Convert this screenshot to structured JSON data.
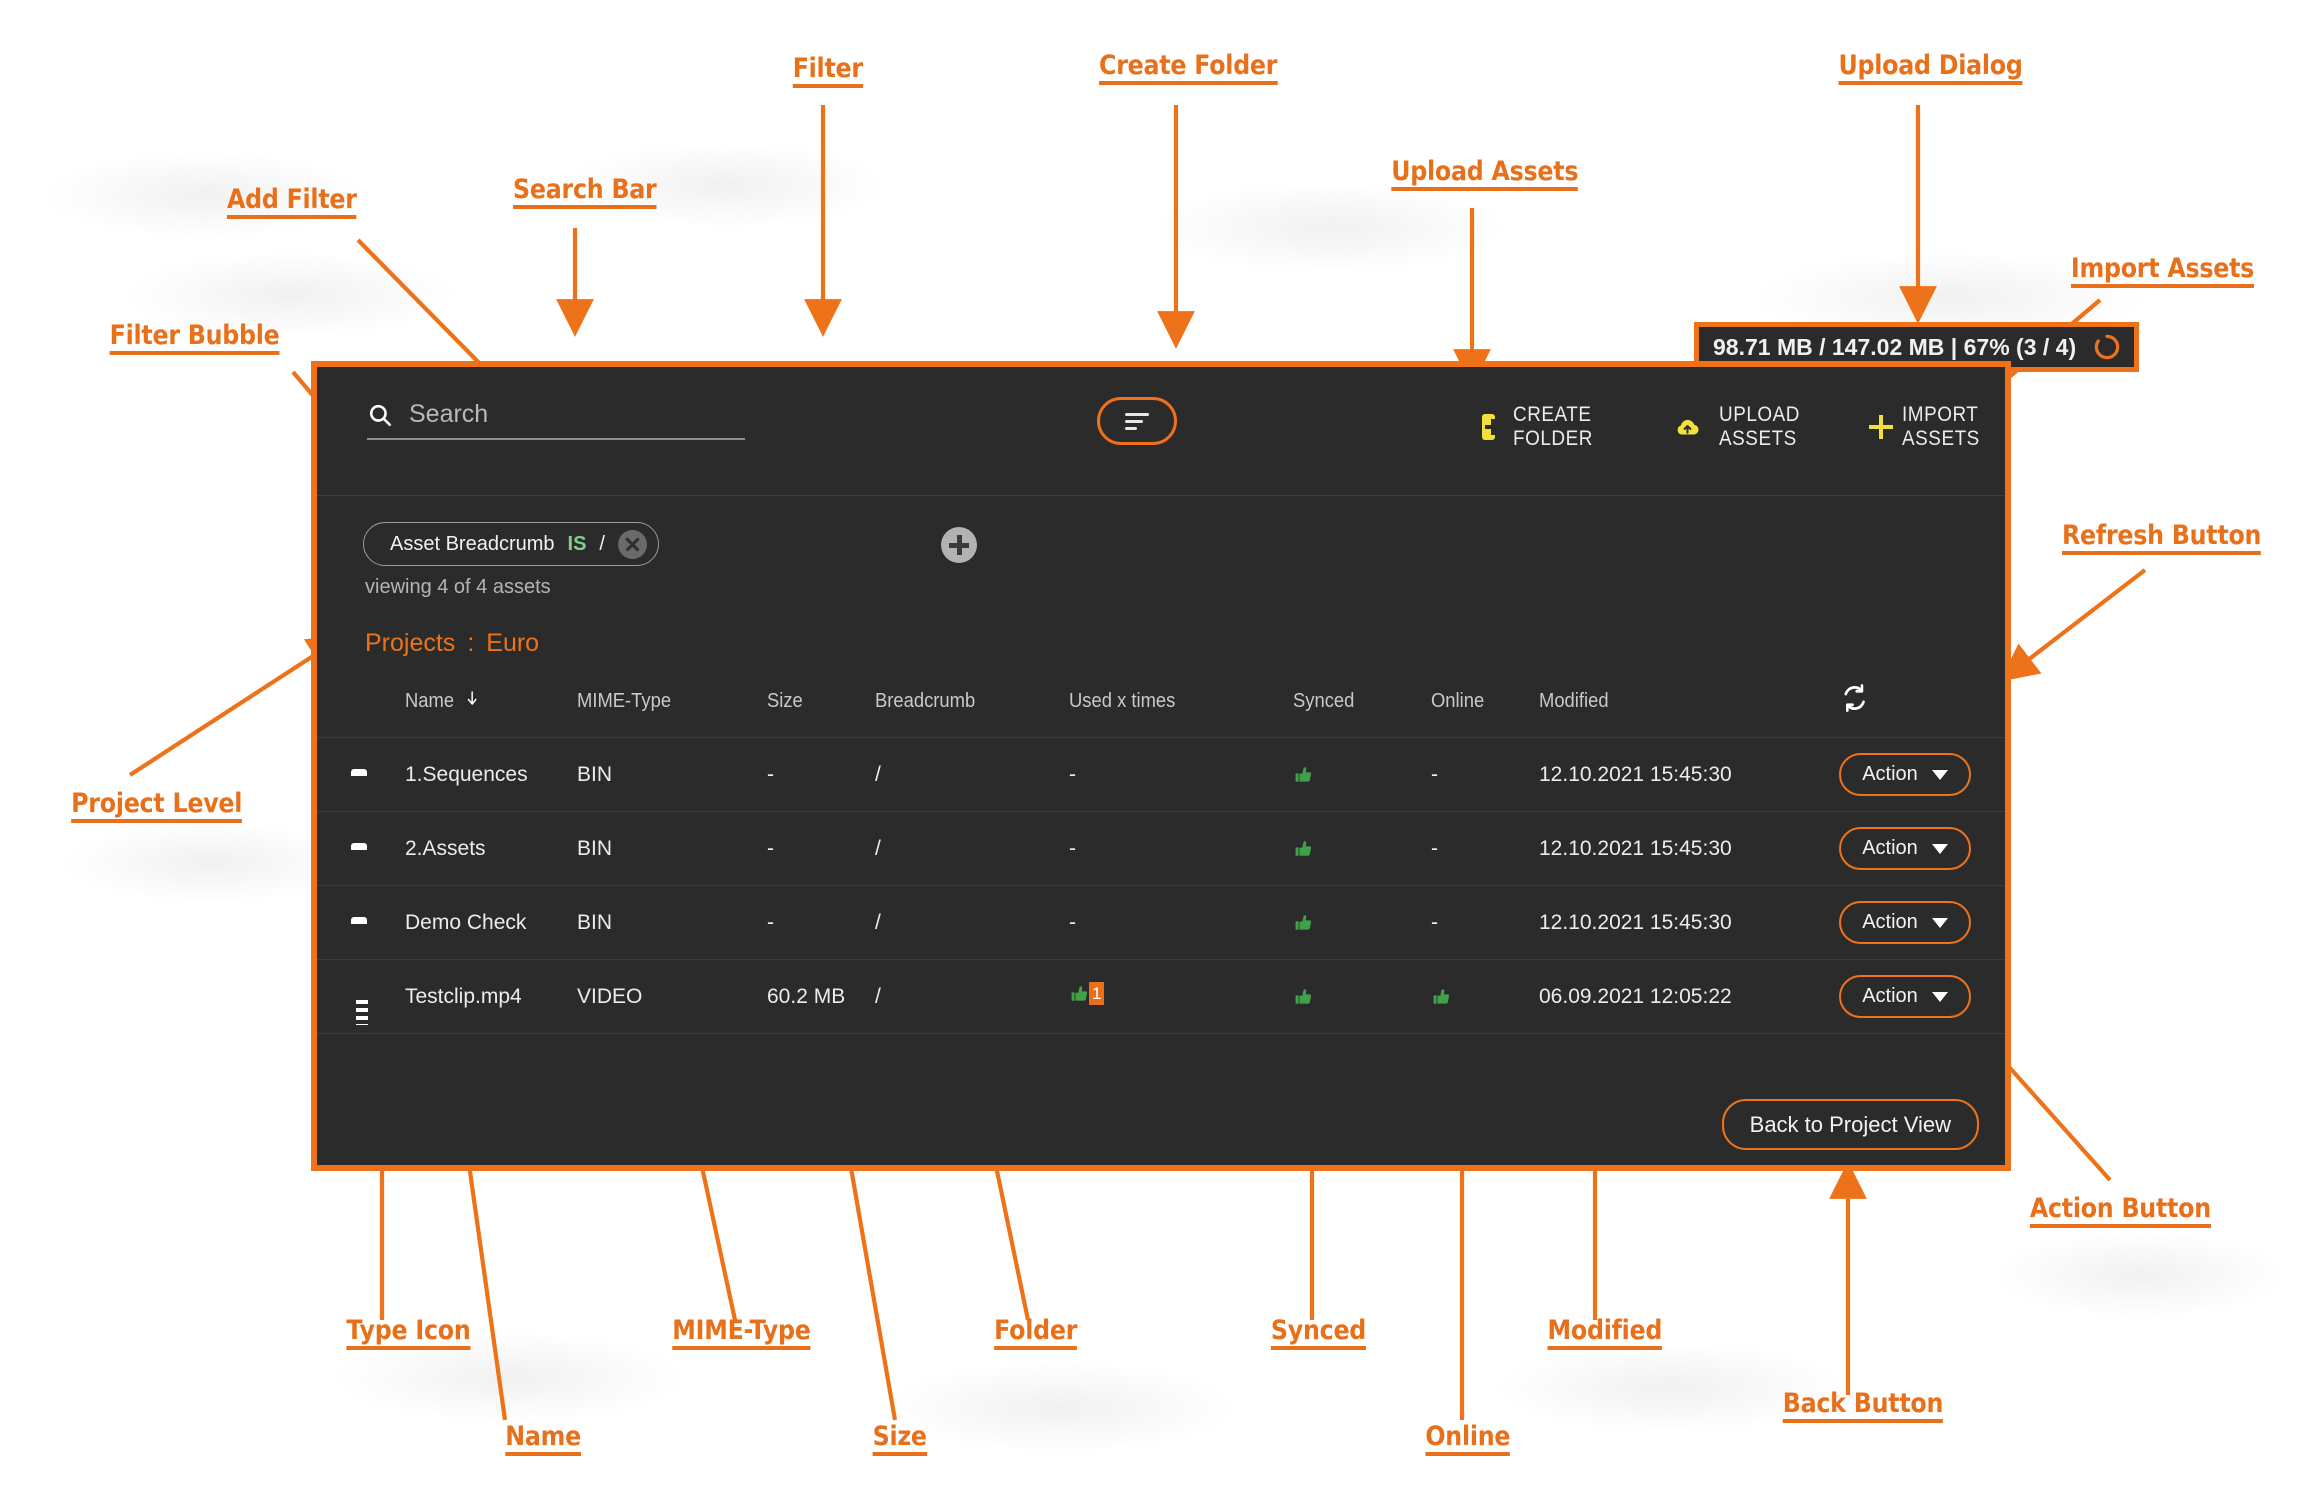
{
  "annotations": [
    {
      "id": "filter",
      "label": "Filter"
    },
    {
      "id": "create-folder",
      "label": "Create Folder"
    },
    {
      "id": "upload-dialog",
      "label": "Upload Dialog"
    },
    {
      "id": "add-filter",
      "label": "Add Filter"
    },
    {
      "id": "search-bar",
      "label": "Search Bar"
    },
    {
      "id": "upload-assets",
      "label": "Upload Assets"
    },
    {
      "id": "import-assets",
      "label": "Import Assets"
    },
    {
      "id": "filter-bubble",
      "label": "Filter Bubble"
    },
    {
      "id": "refresh-button",
      "label": "Refresh Button"
    },
    {
      "id": "project-level",
      "label": "Project Level"
    },
    {
      "id": "action-button",
      "label": "Action Button"
    },
    {
      "id": "type-icon",
      "label": "Type Icon"
    },
    {
      "id": "mime-type",
      "label": "MIME-Type"
    },
    {
      "id": "folder",
      "label": "Folder"
    },
    {
      "id": "synced",
      "label": "Synced"
    },
    {
      "id": "modified",
      "label": "Modified"
    },
    {
      "id": "name",
      "label": "Name"
    },
    {
      "id": "size",
      "label": "Size"
    },
    {
      "id": "online",
      "label": "Online"
    },
    {
      "id": "back-button",
      "label": "Back Button"
    }
  ],
  "upload_dialog": {
    "text": "98.71 MB / 147.02 MB | 67% (3 / 4)",
    "uploaded": "98.71 MB",
    "total": "147.02 MB",
    "percent": "67%",
    "files_done": 3,
    "files_total": 4,
    "spinner_color": "#EE7219"
  },
  "toolbar": {
    "search_placeholder": "Search",
    "search_value": "",
    "filter_button_label": "",
    "actions": [
      {
        "icon": "create-folder-icon",
        "label": "CREATE FOLDER"
      },
      {
        "icon": "upload-cloud-icon",
        "label": "UPLOAD ASSETS"
      },
      {
        "icon": "plus-icon",
        "label": "IMPORT ASSETS"
      }
    ]
  },
  "filter_zone": {
    "bubble": {
      "field": "Asset Breadcrumb",
      "operator": "IS",
      "value": "/",
      "operator_color": "#7FD18E"
    },
    "add_filter_label": "+",
    "viewing_text": "viewing 4 of 4 assets"
  },
  "breadcrumb": {
    "root": "Projects",
    "separator": ":",
    "current": "Euro",
    "color": "#EE7219"
  },
  "table": {
    "columns": [
      "Name",
      "MIME-Type",
      "Size",
      "Breadcrumb",
      "Used x times",
      "Synced",
      "Online",
      "Modified"
    ],
    "sort_column": "Name",
    "sort_direction": "down",
    "refresh_icon": "refresh-icon",
    "rows": [
      {
        "type_icon": "folder-icon",
        "name": "1.Sequences",
        "mime": "BIN",
        "size": "-",
        "breadcrumb": "/",
        "used": "-",
        "used_count": null,
        "synced": "yes",
        "online": "-",
        "modified": "12.10.2021 15:45:30",
        "action_label": "Action"
      },
      {
        "type_icon": "folder-icon",
        "name": "2.Assets",
        "mime": "BIN",
        "size": "-",
        "breadcrumb": "/",
        "used": "-",
        "used_count": null,
        "synced": "yes",
        "online": "-",
        "modified": "12.10.2021 15:45:30",
        "action_label": "Action"
      },
      {
        "type_icon": "folder-icon",
        "name": "Demo Check",
        "mime": "BIN",
        "size": "-",
        "breadcrumb": "/",
        "used": "-",
        "used_count": null,
        "synced": "yes",
        "online": "-",
        "modified": "12.10.2021 15:45:30",
        "action_label": "Action"
      },
      {
        "type_icon": "film-icon",
        "name": "Testclip.mp4",
        "mime": "VIDEO",
        "size": "60.2 MB",
        "breadcrumb": "/",
        "used": "thumb",
        "used_count": "1",
        "synced": "yes",
        "online": "yes",
        "modified": "06.09.2021 12:05:22",
        "action_label": "Action"
      }
    ]
  },
  "footer": {
    "back_button_label": "Back to Project View"
  },
  "colors": {
    "accent": "#EE7219",
    "panel_bg": "#2b2b2b",
    "yellow": "#F3E03B",
    "green": "#3FA24A",
    "annotation": "#E8701A"
  }
}
